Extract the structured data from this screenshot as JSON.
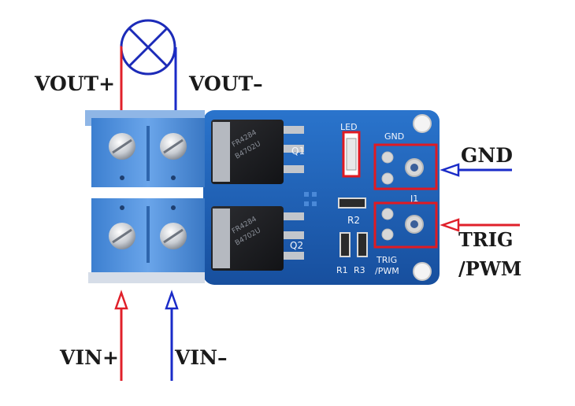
{
  "labels": {
    "vout_plus": "VOUT+",
    "vout_minus": "VOUT–",
    "gnd": "GND",
    "trig": "TRIG",
    "pwm": "/PWM",
    "vin_plus": "VIN+",
    "vin_minus": "VIN–"
  },
  "board_silkscreen": {
    "q1": "Q1",
    "q2": "Q2",
    "r1": "R1",
    "r2": "R2",
    "r3": "R3",
    "led": "LED",
    "gnd": "GND",
    "j1": "J1",
    "trig": "TRIG",
    "pwm": "/PWM"
  },
  "mosfet_marking": {
    "line1": "FR4284",
    "line2": "B4702U"
  },
  "colors": {
    "positive_wire": "#e0202a",
    "negative_wire": "#1a2bc8",
    "pcb": "#1d5fb6",
    "terminal_block": "#4a8ad6",
    "highlight_box": "#e01a22"
  },
  "icons": {
    "load": "lamp-icon"
  }
}
